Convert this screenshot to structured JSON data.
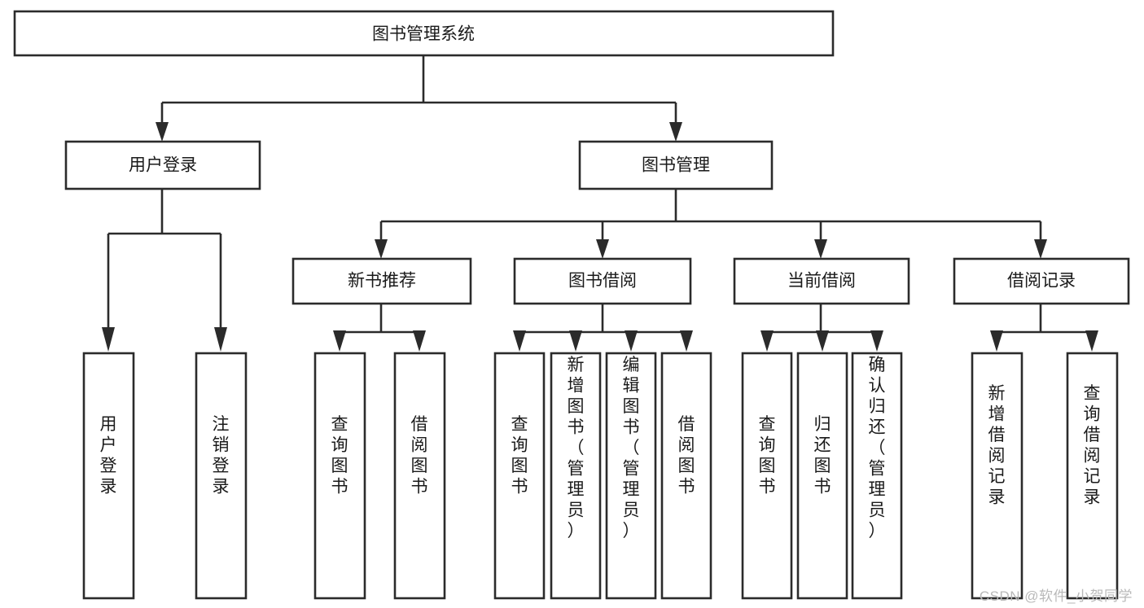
{
  "diagram": {
    "title": "图书管理系统",
    "watermark": "CSDN @软件_小贺同学",
    "type": "tree",
    "orientation": "top-down",
    "levels": 4,
    "colors": {
      "box_stroke": "#2b2b2b",
      "box_fill": "#ffffff",
      "connector": "#2b2b2b",
      "text": "#1a1a1a",
      "watermark": "#b9b9b9",
      "background": "#ffffff"
    },
    "nodes": {
      "root": {
        "id": "root",
        "label": "图书管理系统",
        "level": 0,
        "orientation": "horizontal"
      },
      "l1": [
        {
          "id": "user-login",
          "label": "用户登录",
          "level": 1,
          "orientation": "horizontal",
          "parent": "root"
        },
        {
          "id": "book-manage",
          "label": "图书管理",
          "level": 1,
          "orientation": "horizontal",
          "parent": "root"
        }
      ],
      "l2": [
        {
          "id": "new-book-recommend",
          "label": "新书推荐",
          "level": 2,
          "orientation": "horizontal",
          "parent": "book-manage"
        },
        {
          "id": "book-borrow",
          "label": "图书借阅",
          "level": 2,
          "orientation": "horizontal",
          "parent": "book-manage"
        },
        {
          "id": "current-borrow",
          "label": "当前借阅",
          "level": 2,
          "orientation": "horizontal",
          "parent": "book-manage"
        },
        {
          "id": "borrow-record",
          "label": "借阅记录",
          "level": 2,
          "orientation": "horizontal",
          "parent": "book-manage"
        }
      ],
      "leaves": [
        {
          "id": "leaf-user-login",
          "label": "用户登录",
          "level": 2,
          "orientation": "vertical",
          "parent": "user-login"
        },
        {
          "id": "leaf-logout-login",
          "label": "注销登录",
          "level": 2,
          "orientation": "vertical",
          "parent": "user-login"
        },
        {
          "id": "leaf-query-book-1",
          "label": "查询图书",
          "level": 3,
          "orientation": "vertical",
          "parent": "new-book-recommend"
        },
        {
          "id": "leaf-borrow-book-1",
          "label": "借阅图书",
          "level": 3,
          "orientation": "vertical",
          "parent": "new-book-recommend"
        },
        {
          "id": "leaf-query-book-2",
          "label": "查询图书",
          "level": 3,
          "orientation": "vertical",
          "parent": "book-borrow"
        },
        {
          "id": "leaf-add-book",
          "label": "新增图书（管理员）",
          "level": 3,
          "orientation": "vertical",
          "parent": "book-borrow"
        },
        {
          "id": "leaf-edit-book",
          "label": "编辑图书（管理员）",
          "level": 3,
          "orientation": "vertical",
          "parent": "book-borrow"
        },
        {
          "id": "leaf-borrow-book-2",
          "label": "借阅图书",
          "level": 3,
          "orientation": "vertical",
          "parent": "book-borrow"
        },
        {
          "id": "leaf-query-book-3",
          "label": "查询图书",
          "level": 3,
          "orientation": "vertical",
          "parent": "current-borrow"
        },
        {
          "id": "leaf-return-book",
          "label": "归还图书",
          "level": 3,
          "orientation": "vertical",
          "parent": "current-borrow"
        },
        {
          "id": "leaf-confirm-return",
          "label": "确认归还（管理员）",
          "level": 3,
          "orientation": "vertical",
          "parent": "current-borrow"
        },
        {
          "id": "leaf-add-record",
          "label": "新增借阅记录",
          "level": 3,
          "orientation": "vertical",
          "parent": "borrow-record"
        },
        {
          "id": "leaf-query-record",
          "label": "查询借阅记录",
          "level": 3,
          "orientation": "vertical",
          "parent": "borrow-record"
        }
      ]
    }
  }
}
